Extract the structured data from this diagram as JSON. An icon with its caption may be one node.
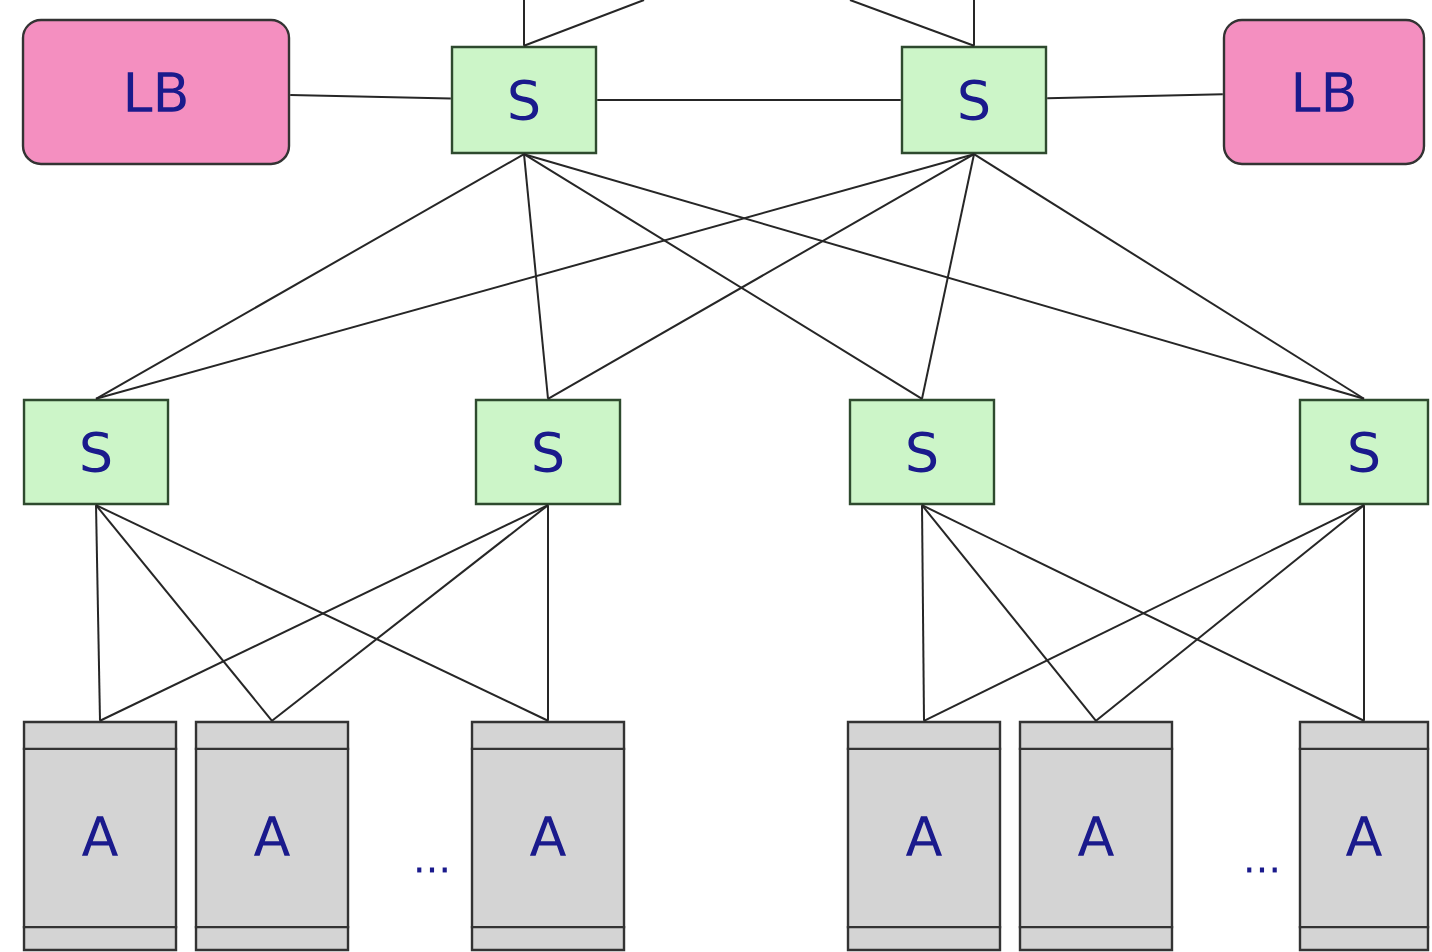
{
  "diagram": {
    "nodes": [
      {
        "text": [
          "LB"
        ]
      },
      {
        "text": [
          "S"
        ]
      },
      {
        "text": [
          "S"
        ]
      },
      {
        "text": [
          "LB"
        ]
      },
      {
        "text": [
          "S"
        ]
      },
      {
        "text": [
          "S"
        ]
      },
      {
        "text": [
          "S"
        ]
      },
      {
        "text": [
          "S"
        ]
      },
      {
        "text": [
          "A"
        ]
      },
      {
        "text": [
          "A"
        ]
      },
      {
        "text": [
          "A"
        ]
      },
      {
        "text": [
          "A"
        ]
      },
      {
        "text": [
          "A"
        ]
      },
      {
        "text": [
          "A"
        ]
      }
    ],
    "edges": [
      {
        "from": 0,
        "to": 1,
        "arrow": "none"
      },
      {
        "from": 1,
        "to": 2,
        "arrow": "none"
      },
      {
        "from": 2,
        "to": 3,
        "arrow": "none"
      },
      {
        "from": 1,
        "to": null,
        "arrow": "none"
      },
      {
        "from": 1,
        "to": null,
        "arrow": "none"
      },
      {
        "from": 2,
        "to": null,
        "arrow": "none"
      },
      {
        "from": 2,
        "to": null,
        "arrow": "none"
      },
      {
        "from": 1,
        "to": 4,
        "arrow": "none"
      },
      {
        "from": 1,
        "to": 5,
        "arrow": "none"
      },
      {
        "from": 1,
        "to": 6,
        "arrow": "none"
      },
      {
        "from": 1,
        "to": 7,
        "arrow": "none"
      },
      {
        "from": 2,
        "to": 4,
        "arrow": "none"
      },
      {
        "from": 2,
        "to": 5,
        "arrow": "none"
      },
      {
        "from": 2,
        "to": 6,
        "arrow": "none"
      },
      {
        "from": 2,
        "to": 7,
        "arrow": "none"
      },
      {
        "from": 4,
        "to": 8,
        "arrow": "none"
      },
      {
        "from": 4,
        "to": 9,
        "arrow": "none"
      },
      {
        "from": 4,
        "to": 10,
        "arrow": "none"
      },
      {
        "from": 5,
        "to": 8,
        "arrow": "none"
      },
      {
        "from": 5,
        "to": 9,
        "arrow": "none"
      },
      {
        "from": 5,
        "to": 10,
        "arrow": "none"
      },
      {
        "from": 6,
        "to": 11,
        "arrow": "none"
      },
      {
        "from": 6,
        "to": 12,
        "arrow": "none"
      },
      {
        "from": 6,
        "to": 13,
        "arrow": "none"
      },
      {
        "from": 7,
        "to": 11,
        "arrow": "none"
      },
      {
        "from": 7,
        "to": 12,
        "arrow": "none"
      },
      {
        "from": 7,
        "to": 13,
        "arrow": "none"
      }
    ],
    "labels": [
      "...",
      "..."
    ]
  }
}
